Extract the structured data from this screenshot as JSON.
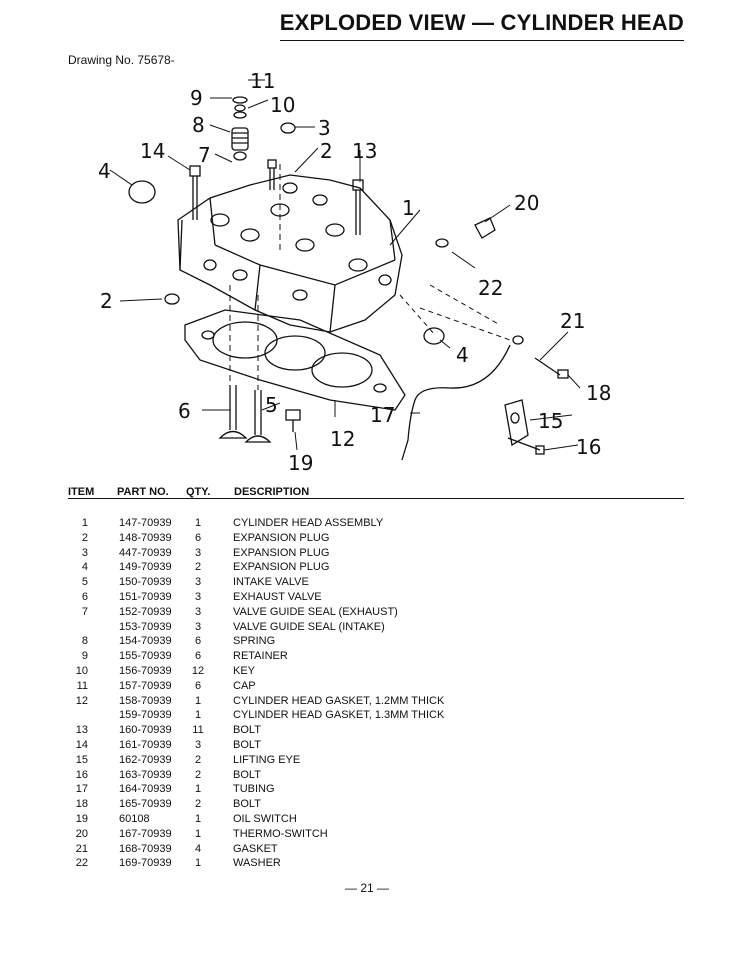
{
  "header": {
    "title": "EXPLODED VIEW — CYLINDER HEAD"
  },
  "drawing_number": "Drawing No. 75678-",
  "diagram": {
    "callouts": [
      "11",
      "9",
      "10",
      "8",
      "3",
      "14",
      "7",
      "2",
      "13",
      "4",
      "1",
      "20",
      "22",
      "2",
      "21",
      "4",
      "18",
      "6",
      "5",
      "17",
      "15",
      "12",
      "16",
      "19"
    ]
  },
  "table": {
    "headers": {
      "item": "ITEM",
      "part": "PART NO.",
      "qty": "QTY.",
      "desc": "DESCRIPTION"
    },
    "rows": [
      {
        "item": "1",
        "part": "147-70939",
        "qty": "1",
        "desc": "CYLINDER HEAD ASSEMBLY"
      },
      {
        "item": "2",
        "part": "148-70939",
        "qty": "6",
        "desc": "EXPANSION PLUG"
      },
      {
        "item": "3",
        "part": "447-70939",
        "qty": "3",
        "desc": "EXPANSION PLUG"
      },
      {
        "item": "4",
        "part": "149-70939",
        "qty": "2",
        "desc": "EXPANSION PLUG"
      },
      {
        "item": "5",
        "part": "150-70939",
        "qty": "3",
        "desc": "INTAKE VALVE"
      },
      {
        "item": "6",
        "part": "151-70939",
        "qty": "3",
        "desc": "EXHAUST VALVE"
      },
      {
        "item": "7",
        "part": "152-70939",
        "qty": "3",
        "desc": "VALVE GUIDE SEAL (EXHAUST)"
      },
      {
        "item": "",
        "part": "153-70939",
        "qty": "3",
        "desc": "VALVE GUIDE SEAL (INTAKE)"
      },
      {
        "item": "8",
        "part": "154-70939",
        "qty": "6",
        "desc": "SPRING"
      },
      {
        "item": "9",
        "part": "155-70939",
        "qty": "6",
        "desc": "RETAINER"
      },
      {
        "item": "10",
        "part": "156-70939",
        "qty": "12",
        "desc": "KEY"
      },
      {
        "item": "11",
        "part": "157-70939",
        "qty": "6",
        "desc": "CAP"
      },
      {
        "item": "12",
        "part": "158-70939",
        "qty": "1",
        "desc": "CYLINDER HEAD GASKET, 1.2MM THICK"
      },
      {
        "item": "",
        "part": "159-70939",
        "qty": "1",
        "desc": "CYLINDER HEAD GASKET, 1.3MM THICK"
      },
      {
        "item": "13",
        "part": "160-70939",
        "qty": "11",
        "desc": "BOLT"
      },
      {
        "item": "14",
        "part": "161-70939",
        "qty": "3",
        "desc": "BOLT"
      },
      {
        "item": "15",
        "part": "162-70939",
        "qty": "2",
        "desc": "LIFTING EYE"
      },
      {
        "item": "16",
        "part": "163-70939",
        "qty": "2",
        "desc": "BOLT"
      },
      {
        "item": "17",
        "part": "164-70939",
        "qty": "1",
        "desc": "TUBING"
      },
      {
        "item": "18",
        "part": "165-70939",
        "qty": "2",
        "desc": "BOLT"
      },
      {
        "item": "19",
        "part": "60108",
        "qty": "1",
        "desc": "OIL SWITCH"
      },
      {
        "item": "20",
        "part": "167-70939",
        "qty": "1",
        "desc": "THERMO-SWITCH"
      },
      {
        "item": "21",
        "part": "168-70939",
        "qty": "4",
        "desc": "GASKET"
      },
      {
        "item": "22",
        "part": "169-70939",
        "qty": "1",
        "desc": "WASHER"
      }
    ]
  },
  "footer": {
    "page": "— 21 —"
  }
}
